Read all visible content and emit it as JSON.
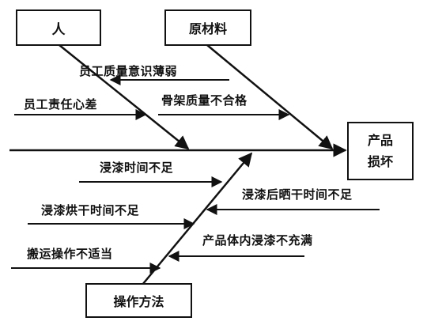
{
  "categories": {
    "people": "人",
    "materials": "原材料",
    "method": "操作方法"
  },
  "effect": {
    "line1": "产品",
    "line2": "损坏"
  },
  "causes": {
    "awareness_weak": "员工质量意识薄弱",
    "responsibility_poor": "员工责任心差",
    "frame_quality": "骨架质量不合格",
    "soak_time": "浸漆时间不足",
    "dry_time_after": "浸漆后晒干时间不足",
    "bake_time": "浸漆烘干时间不足",
    "incomplete_fill": "产品体内浸漆不充满",
    "handling": "搬运操作不适当"
  }
}
